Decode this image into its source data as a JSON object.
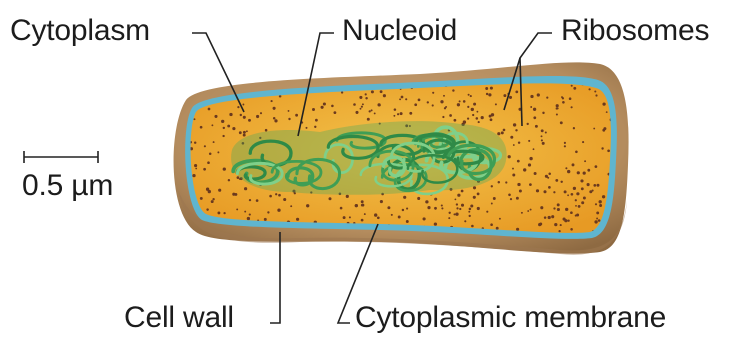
{
  "labels": {
    "cytoplasm": "Cytoplasm",
    "nucleoid": "Nucleoid",
    "ribosomes": "Ribosomes",
    "cell_wall": "Cell wall",
    "cytoplasmic_membrane": "Cytoplasmic membrane"
  },
  "scale_bar": {
    "label": "0.5 µm"
  },
  "colors": {
    "cell_wall": "#b48c5e",
    "cell_wall_shadow": "#8e6a42",
    "membrane": "#5fb5cf",
    "cytoplasm": "#eca72e",
    "cytoplasm_light": "#f3c24a",
    "ribosome": "#6b3a1e",
    "nucleoid": "#3f9e55",
    "nucleoid_light": "#7fd08a",
    "leader_line": "#222222"
  }
}
